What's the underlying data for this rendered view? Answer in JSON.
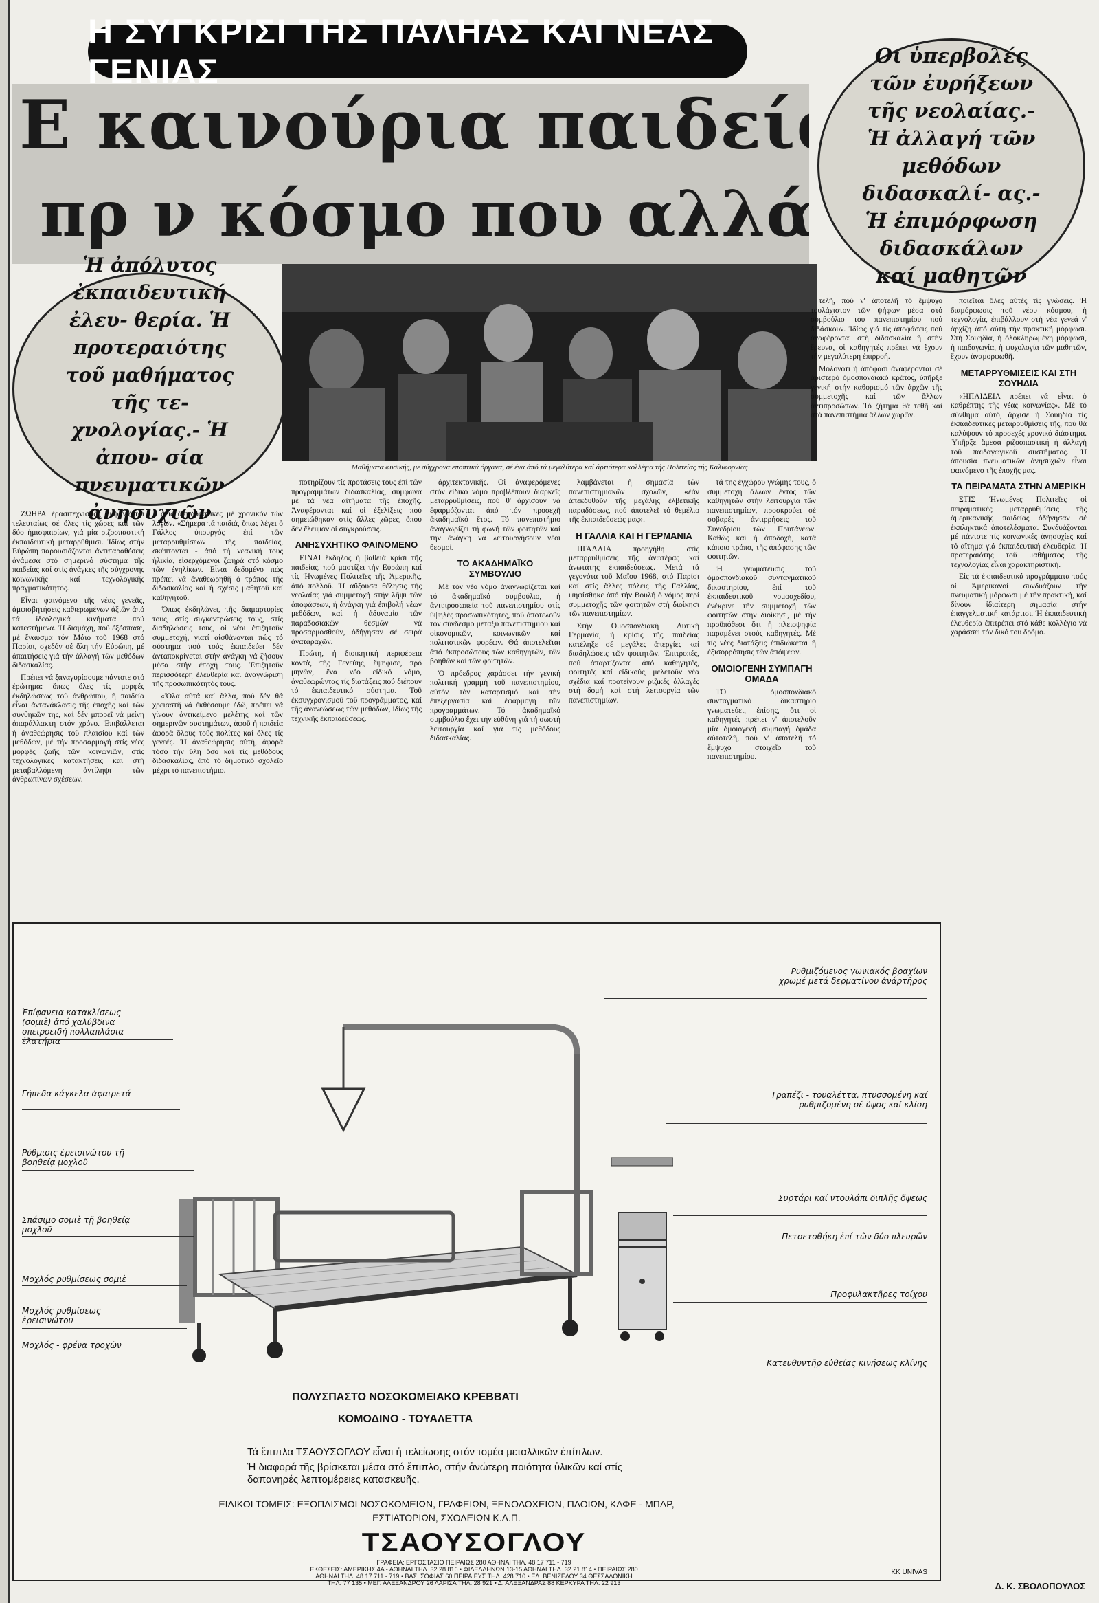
{
  "banner": {
    "title": "Η ΣΥΓΚΡΙΣΙ ΤΗΣ ΠΑΛΗΑΣ ΚΑΙ ΝΕΑΣ ΓΕΝΙΑΣ"
  },
  "headline": {
    "line1": "Ε καινούρια παιδείας",
    "line2": "πρ ν κόσμο που αλλάζει ι νόμενο"
  },
  "right_circle": {
    "text": "Οι ὑπερβολές τῶν ἐυρήξεων τῆς νεολαίας.- Ἡ ἀλλαγή τῶν μεθόδων διδασκαλί- ας.- Ἡ ἐπιμόρφωση διδασκάλων καί μαθητῶν"
  },
  "left_circle": {
    "text": "Ἡ ἀπόλυτος ἐκπαιδευτική ἐλευ- θερία. Ἡ προτεραιότης τοῦ μαθήματος τῆς τε- χνολογίας.- Ἡ ἀπου- σία πνευματικῶν ἀνησυχιῶν"
  },
  "photo": {
    "caption": "Μαθήματα φυσικής, με σύγχρονα εποπτικά όργανα, σέ ένα άπό τά μεγαλύτερα καί άρτιότερα κολλέγια τής Πολιτείας τής Καλιφορνίας"
  },
  "sections": {
    "s1": "ΑΝΗΣΥΧΗΤΙΚΟ ΦΑΙΝΟΜΕΝΟ",
    "s2": "ΤΟ ΑΚΑΔΗΜΑΪΚΟ ΣΥΜΒΟΥΛΙΟ",
    "s3": "Η ΓΑΛΛΙΑ ΚΑΙ Η ΓΕΡΜΑΝΙΑ",
    "s4": "ΟΜΟΙΟΓΕΝΗ ΣΥΜΠΑΓΗ ΟΜΑΔΑ",
    "s5": "ΜΕΤΑΡΡΥΘΜΙΣΕΙΣ ΚΑΙ ΣΤΗ ΣΟΥΗΔΙΑ",
    "s6": "ΤΑ ΠΕΙΡΑΜΑΤΑ ΣΤΗΝ ΑΜΕΡΙΚΗ"
  },
  "text": {
    "c1a": "ΖΩΗΡΑ ἐρασιτεχνισμός ἔμφανίζεται τελευταίως σέ ὅλες τίς χώρες καί τῶν δύο ἡμισφαιρίων, γιά μία ριζοσπαστική ἐκπαιδευτική μεταρρύθμισι. Ἰδίως στήν Εὐρώπη παρουσιάζονται ἀντιπαραθέσεις ἀνάμεσα στό σημερινό σύστημα τῆς παιδείας καί στίς ἀνάγκες τῆς σύγχρονης κοινωνικῆς καί τεχνολογικῆς πραγματικότητος.",
    "c1b": "Εἶναι φαινόμενο τῆς νέας γενεᾶς, ἀμφισβητήσεις καθιερωμένων ἀξιῶν ἀπό τά ἰδεολογικά κινήματα πού κατεστήμενα. Ἡ διαμάχη, πού ἐξέσπασε, μέ ἔναυσμα τόν Μάιο τοῦ 1968 στό Παρίσι, σχεδόν σέ ὅλη τήν Εὐρώπη, μέ ἀπαιτήσεις γιά τήν ἀλλαγή τῶν μεθόδων διδασκαλίας.",
    "c1c": "Πρέπει νά ξαναγυρίσουμε πάντοτε στό ἐρώτημα: ὅπως ὅλες τίς μορφές ἐκδηλώσεως τοῦ ἀνθρώπου, ἡ παιδεία εἶναι ἀντανάκλασις τῆς ἐποχῆς καί τῶν συνθηκῶν της, καί δέν μπορεῖ νά μείνη ἀπαράλλακτη στόν χρόνο. Ἐπιβάλλεται ἡ ἀναθεώρησις τοῦ πλαισίου καί τῶν μεθόδων, μέ τήν προσαρμογή στίς νέες μορφές ζωῆς τῶν κοινωνιῶν, στίς τεχνολογικές κατακτήσεις καί στή μεταβαλλόμενη ἀντίληψι τῶν ἀνθρωπίνων σχέσεων.",
    "c2a": "σεις ἀντιδραστικές μέ χρονικόν τών λόγων. «Σήμερα τά παιδιά, ὅπως λέγει ὁ Γάλλος ὑπουργός ἐπί τῶν μεταρρυθμίσεων τῆς παιδείας, σκέπτονται - ἀπό τή νεανική τους ἡλικία, εἰσερχόμενοι ζωηρά στό κόσμο τῶν ἐνηλίκων. Εἶναι δεδομένο πώς πρέπει νά ἀναθεωρηθῆ ὁ τρόπος τῆς διδασκαλίας καί ἡ σχέσις μαθητοῦ καί καθηγητοῦ.",
    "c2b": "Ὅπως ἐκδηλώνει, τῆς διαμαρτυρίες τους, στίς συγκεντρώσεις τους, στίς διαδηλώσεις τους, οἱ νέοι ἐπιζητοῦν συμμετοχή, γιατί αἰσθάνονται πώς τό σύστημα πού τούς ἐκπαιδεύει δέν ἀνταποκρίνεται στήν ἀνάγκη νά ζήσουν μέσα στήν ἐποχή τους. Ἐπιζητοῦν περισσότερη ἐλευθερία καί ἀναγνώριση τῆς προσωπικότητός τους.",
    "c2c": "«Ὅλα αὐτά καί ἄλλα, πού δέν θά χρειαστῆ νά ἐκθέσουμε ἐδῶ, πρέπει νά γίνουν ἀντικείμενο μελέτης καί τῶν σημερινῶν συστημάτων, ἀφοῦ ἡ παιδεία ἀφορᾶ ὅλους τούς πολίτες καί ὅλες τίς γενεές. Ἡ ἀναθεώρησις αὐτή, ἀφορᾶ τόσο τήν ὕλη ὅσο καί τίς μεθόδους διδασκαλίας, ἀπό τό δημοτικό σχολεῖο μέχρι τό πανεπιστήμιο.",
    "c3a": "ποτηρίζουν τίς προτάσεις τους ἐπί τῶν προγραμμάτων διδασκαλίας, σύμφωνα μέ τά νέα αἰτήματα τῆς ἐποχῆς. Ἀναφέρονται καί οἱ ἐξελίξεις πού σημειώθηκαν στίς ἄλλες χῶρες, ὅπου δέν ἔλειψαν οἱ συγκρούσεις.",
    "c3b": "ΕΙΝΑΙ ἔκδηλος ἡ βαθειά κρίσι τῆς παιδείας, πού μαστίζει τήν Εὐρώπη καί τίς Ἡνωμένες Πολιτεῖες τῆς Ἀμερικῆς, ἀπό πολλοῦ. Ἡ αὔξουσα θέλησις τῆς νεολαίας γιά συμμετοχή στήν λῆψι τῶν ἀποφάσεων, ἡ ἀνάγκη γιά ἐπιβολή νέων μεθόδων, καί ἡ ἀδυναμία τῶν παραδοσιακῶν θεσμῶν νά προσαρμοσθοῦν, ὁδήγησαν σέ σειρά ἀναταραχῶν.",
    "c3c": "Πρώτη, ἡ διοικητική περιφέρεια κοντὰ, τῆς Γενεύης, ἔψηφισε, πρό μηνῶν, ἕνα νέο εἰδικό νόμο, ἀναθεωρώντας τίς διατάξεις πού διέπουν τό ἐκπαιδευτικό σύστημα. Τοῦ ἐκσυγχρονισμοῦ τοῦ προγράμματος, καί τῆς ἀνανεώσεως τῶν μεθόδων, ἰδίως τῆς τεχνικῆς ἐκπαιδεύσεως.",
    "c4a": "ἀρχιτεκτονικῆς. Οἱ ἀναφερόμενες στόν εἰδικό νόμο προβλέπουν διαρκεῖς μεταρρυθμίσεις, πού θ' ἀρχίσουν νά ἐφαρμόζονται ἀπό τόν προσεχῆ ἀκαδημαϊκό ἔτος. Τό πανεπιστήμιο ἀναγνωρίζει τή φωνή τῶν φοιτητῶν καί τήν ἀνάγκη νά λειτουργήσουν νέοι θεσμοί.",
    "c4b": "Μέ τόν νέο νόμο ἀναγνωρίζεται καί τό ἀκαδημαϊκό συμβούλιο, ἡ ἀντιπροσωπεία τοῦ πανεπιστημίου στίς ὑψηλές προσωπικότητες, πού ἀποτελοῦν τόν σύνδεσμο μεταξύ πανεπιστημίου καί οἰκονομικῶν, κοινωνικῶν καί πολιτιστικῶν φορέων. Θά ἀποτελεῖται ἀπό ἐκπροσώπους τῶν καθηγητῶν, τῶν βοηθῶν καί τῶν φοιτητῶν.",
    "c4c": "Ὁ πρόεδρος χαράσσει τήν γενική πολιτική γραμμή τοῦ πανεπιστημίου, αὐτόν τόν καταρτισμό καί τήν ἐπεξεργασία καί ἐφαρμογή τῶν προγραμμάτων. Τό ἀκαδημαϊκό συμβούλιο ἔχει τήν εὐθύνη γιά τή σωστή λειτουργία καί γιά τίς μεθόδους διδασκαλίας.",
    "c5a": "λαμβάνεται ἡ σημασία τῶν πανεπιστημιακῶν σχολῶν, «ἐάν ἀπεκδυθοῦν τῆς μεγάλης ἐλβετικῆς παραδόσεως, πού ἀποτελεῖ τό θεμέλιο τῆς ἐκπαιδεύσεώς μας».",
    "c5b": "ΗΓΑΛΛΙΑ προηγήθη στίς μεταρρυθμίσεις τῆς ἀνωτέρας καί ἀνωτάτης ἐκπαιδεύσεως. Μετά τά γεγονότα τοῦ Μαΐου 1968, στό Παρίσι καί στίς ἄλλες πόλεις τῆς Γαλλίας, ψηφίσθηκε ἀπό τήν Βουλή ὁ νόμος περί συμμετοχῆς τῶν φοιτητῶν στή διοίκησι τῶν πανεπιστημίων.",
    "c5c": "Στήν Ὁμοσπονδιακή Δυτική Γερμανία, ἡ κρίσις τῆς παιδείας κατέληξε σέ μεγάλες ἀπεργίες καί διαδηλώσεις τῶν φοιτητῶν. Ἐπιτροπές, πού ἀπαρτίζονται ἀπό καθηγητές, φοιτητές καί εἰδικούς, μελετοῦν νέα σχέδια καί προτείνουν ριζικές ἀλλαγές στή δομή καί στή λειτουργία τῶν πανεπιστημίων.",
    "c6a": "τά της ἐγχώρου γνώμης τους, ὁ συμμετοχή ἄλλων ἐντός τῶν καθηγητῶν στήν λειτουργία τῶν πανεπιστημίων, προσκρούει σέ σοβαρές ἀντιρρήσεις τοῦ Συνεδρίου τῶν Πρυτάνεων. Καθώς καί ἡ ἀποδοχή, κατά κάποιο τρόπο, τῆς ἀπόφασης τῶν φοιτητῶν.",
    "c6b": "Ἡ γνωμάτευσις τοῦ ὁμοσπονδιακοῦ συνταγματικοῦ δικαστηρίου, ἐπί τοῦ ἐκπαιδευτικοῦ νομοσχεδίου, ἐνέκρινε τήν συμμετοχή τῶν φοιτητῶν στήν διοίκησι, μέ τήν προϋπόθεσι ὅτι ἡ πλειοψηφία παραμένει στούς καθηγητές. Μέ τίς νέες διατάξεις ἐπιδιώκεται ἡ ἐξισορρόπησις τῶν ἀπόψεων.",
    "c6c": "ΤΟ ὁμοσπονδιακό συνταγματικό δικαστήριο γνωματεύει, ἐπίσης, ὅτι οἱ καθηγητές πρέπει ν' ἀποτελοῦν μία ὁμοιογενή συμπαγή ὁμάδα αὐτοτελῆ, πού ν' ἀποτελῆ τό ἔμψυχο στοιχεῖο τοῦ πανεπιστημίου.",
    "c7a": "τελῆ, πού ν' ἀποτελῆ τό ἔμψυχο τουλάχιστον τῶν ψήφων μέσα στό συμβούλιο του πανεπιστημίου πού διδάσκουν. Ἰδίως γιά τίς ἀποφάσεις πού ἀναφέρονται στή διδασκαλία ἤ στήν ἔρευνα, οἱ καθηγητές πρέπει νά ἔχουν τήν μεγαλύτερη ἐπιρροή.",
    "c7b": "Μολονότι ἡ ἀπόφασι ἀναφέρονται σέ ἀριστερό ὁμοσπονδιακό κράτος, ὑπῆρξε γενική στήν καθορισμό τῶν ἀρχῶν τῆς συμμετοχῆς καί τῶν ἄλλων ἀντιπροσώπων. Τό ζήτημα θά τεθῆ καί στά πανεπιστήμια ἄλλων χωρῶν.",
    "c8a": "ποιεῖται ὅλες αὐτές τίς γνώσεις. Ἡ διαμόρφωσις τοῦ νέου κόσμου, ἡ τεχνολογία, ἐπιβάλλουν στή νέα γενεά ν' ἀρχίζη ἀπό αὐτή τήν πρακτική μόρφωσι. Στή Σουηδία, ἡ ὁλοκληρωμένη μόρφωσι, ἡ παιδαγωγία, ἡ ψυχολογία τῶν μαθητῶν, ἔχουν ἀναμορφωθῆ.",
    "c8b": "«ΗΠΑΙΔΕΙΑ πρέπει νά εἶναι ὁ καθρέπτης τῆς νέας κοινωνίας». Μέ τό σύνθημα αὐτό, ἄρχισε ἡ Σουηδία τίς ἐκπαιδευτικές μεταρρυθμίσεις τῆς, πού θά καλύψουν τό προσεχές χρονικό διάστημα. Ὑπῆρξε ἄμεσα ριζοσπαστική ἡ ἀλλαγή τοῦ παιδαγωγικοῦ συστήματος. Ἡ ἀπουσία πνευματικῶν ἀνησυχιῶν εἶναι φαινόμενο τῆς ἐποχῆς μας.",
    "c8c": "ΣΤΙΣ Ἡνωμένες Πολιτεῖες οἱ πειραματικές μεταρρυθμίσεις τῆς ἀμερικανικῆς παιδείας ὁδήγησαν σέ ἐκπληκτικά ἀποτελέσματα. Συνδυάζονται μέ πάντοτε τίς κοινωνικές ἀνησυχίες καί τό αἴτημα γιά ἐκπαιδευτική ἐλευθερία. Ἡ προτεραιότης τοῦ μαθήματος τῆς τεχνολογίας εἶναι χαρακτηριστική.",
    "c8d": "Εἰς τά ἐκπαιδευτικά προγράμματα τούς οἱ Ἀμερικανοί συνδυάζουν τήν πνευματική μόρφωσι μέ τήν πρακτική, καί δίνουν ἰδιαίτερη σημασία στήν ἐπαγγελματική κατάρτισι. Ἡ ἐκπαιδευτική ἐλευθερία ἐπιτρέπει στό κάθε κολλέγιο νά χαράσσει τόν δικό του δρόμο."
  },
  "byline": "Δ. Κ. ΣΒΟΛΟΠΟΥΛΟΣ",
  "ad": {
    "labels": {
      "l1": "Ρυθμιζόμενος γωνιακός βραχίων χρωμέ μετά δερματίνου ἀνάρτῆρος",
      "l2": "Ἐπίφανεια κατακλίσεως (σομιὲ) ἀπό χαλύβδινα σπειροειδή πολλαπλάσια ἐλατήρια",
      "l3": "Γήπεδα κάγκελα ἀφαιρετά",
      "l4": "Ρύθμισις ἐρεισινώτου τῇ βοηθείᾳ μοχλοῦ",
      "l5": "Σπάσιμο σομιὲ τῇ βοηθείᾳ μοχλοῦ",
      "l6": "Μοχλός ρυθμίσεως σομιὲ",
      "l7": "Μοχλός ρυθμίσεως ἐρεισινώτου",
      "l8": "Μοχλός - φρένα τροχῶν",
      "r1": "Τραπέζι - τουαλέττα, πτυσσομένη καί ρυθμιζομένη σέ ὕψος καί κλίση",
      "r2": "Συρτάρι καί ντουλάπι διπλῆς ὄψεως",
      "r3": "Πετσετοθήκη ἐπί τῶν δύο πλευρῶν",
      "r4": "Προφυλακτῆρες τοίχου",
      "r5": "Κατευθυντῆρ εὐθείας κινήσεως κλίνης"
    },
    "product": "ΠΟΛΥΣΠΑΣΤΟ ΝΟΣΟΚΟΜΕΙΑΚΟ ΚΡΕΒΒΑΤΙ",
    "product2": "ΚΟΜΟΔΙΝΟ - ΤΟΥΑΛΕΤΤΑ",
    "desc1": "Τά ἔπιπλα ΤΣΑΟΥΣΟΓΛΟΥ εἶναι ἡ τελείωσης στόν τομέα μεταλλικῶν ἐπίπλων.",
    "desc2": "Ἡ διαφορά τῆς βρίσκεται μέσα στό ἔπιπλο, στήν ἀνώτερη ποιότητα ὑλικῶν καί στίς δαπανηρές λεπτομέρειες κατασκευῆς.",
    "sectors": "ΕΙΔΙΚΟΙ ΤΟΜΕΙΣ: ΕΞΟΠΛΙΣΜΟΙ ΝΟΣΟΚΟΜΕΙΩΝ, ΓΡΑΦΕΙΩΝ, ΞΕΝΟΔΟΧΕΙΩΝ, ΠΛΟΙΩΝ, ΚΑΦΕ - ΜΠΑΡ, ΕΣΤΙΑΤΟΡΙΩΝ, ΣΧΟΛΕΙΩΝ Κ.Λ.Π.",
    "brand": "ΤΣΑΟΥΣΟΓΛΟΥ",
    "address1": "ΓΡΑΦΕΙΑ: ΕΡΓΟΣΤΑΣΙΟ ΠΕΙΡΑΙΩΣ 280 ΑΘΗΝΑΙ ΤΗΛ. 48 17 711 - 719",
    "address2": "ΕΚΘΕΣΕΙΣ: ΑΜΕΡΙΚΗΣ 4Α - ΑΘΗΝΑΙ ΤΗΛ. 32 28 816 • ΦΙΛΕΛΛΗΝΩΝ 13-15 ΑΘΗΝΑΙ ΤΗΛ. 32 21 814 • ΠΕΙΡΑΙΩΣ 280",
    "address3": "ΑΘΗΝΑΙ ΤΗΛ. 48 17 711 - 719 • ΒΑΣ. ΣΟΦΙΑΣ 60 ΠΕΙΡΑΙΕΥΣ ΤΗΛ. 428 710 • ΕΛ. ΒΕΝΙΖΕΛΟΥ 34 ΘΕΣΣΑΛΟΝΙΚΗ",
    "address4": "ΤΗΛ. 77 135 • ΜΕΓ. ΑΛΕΞΑΝΔΡΟΥ 26 ΛΑΡΙΣΑ ΤΗΛ. 28 921 • Δ. ΑΛΕΞΑΝΔΡΑΣ 88 ΚΕΡΚΥΡΑ ΤΗΛ. 22 913",
    "agency": "KK UNIVAS"
  }
}
